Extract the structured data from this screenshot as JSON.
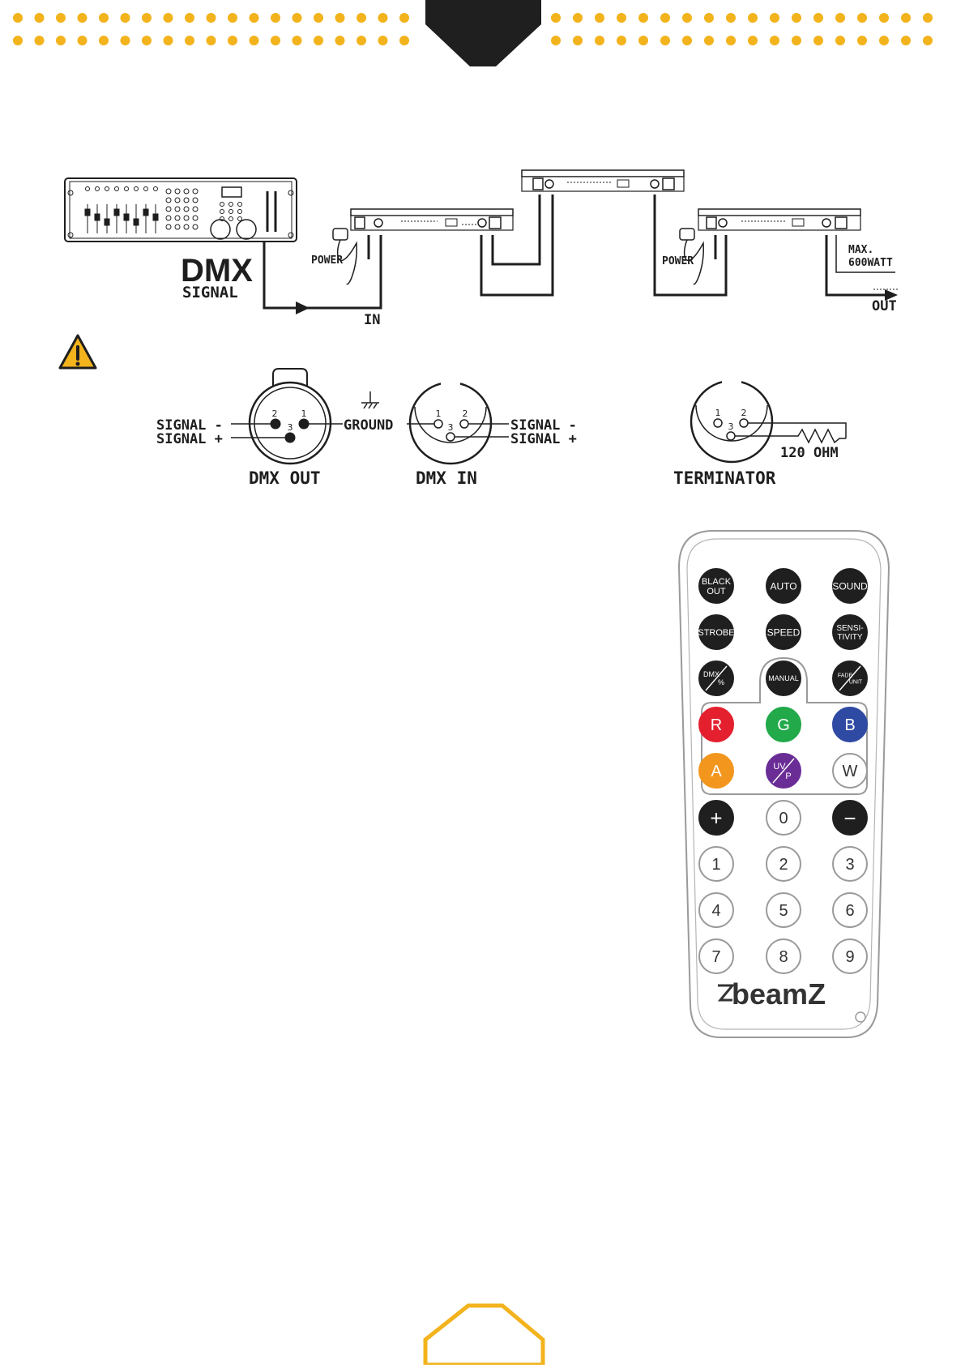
{
  "colors": {
    "accent": "#f2b31c",
    "dark": "#1f1f1f",
    "outline": "#999999"
  },
  "header": {
    "decor": "yellow-dot-rows"
  },
  "footer": {
    "decor": "yellow-hexagon-outline"
  },
  "wiring_diagram": {
    "dmx_title": "DMX",
    "dmx_subtitle": "SIGNAL",
    "in_label": "IN",
    "out_label": "OUT",
    "power_label_left": "POWER",
    "power_label_right": "POWER",
    "max_label": "MAX.",
    "watt_label": "600WATT"
  },
  "warning_icon": "warning-triangle-icon",
  "connectors": {
    "signal_minus": "SIGNAL -",
    "signal_plus": "SIGNAL +",
    "ground": "GROUND",
    "dmx_out": "DMX OUT",
    "dmx_in": "DMX IN",
    "terminator": "TERMINATOR",
    "ohm": "120 OHM",
    "pin1": "1",
    "pin2": "2",
    "pin3": "3"
  },
  "remote": {
    "brand": "beamZ",
    "row1": [
      "BLACK OUT",
      "AUTO",
      "SOUND"
    ],
    "row2": [
      "STROBE",
      "SPEED",
      "SENSI-TIVITY"
    ],
    "row3": [
      "DMX/%",
      "MANUAL",
      "FADE/UNIT"
    ],
    "row4": [
      "R",
      "G",
      "B"
    ],
    "row5": [
      "A",
      "UV/P",
      "W"
    ],
    "row6": [
      "+",
      "0",
      "−"
    ],
    "digits": [
      "1",
      "2",
      "3",
      "4",
      "5",
      "6",
      "7",
      "8",
      "9"
    ],
    "button_colors": {
      "red": "#e4202e",
      "green": "#21a94a",
      "blue": "#2f4aa3",
      "amber": "#f2961d",
      "purple": "#6a2d96"
    }
  }
}
